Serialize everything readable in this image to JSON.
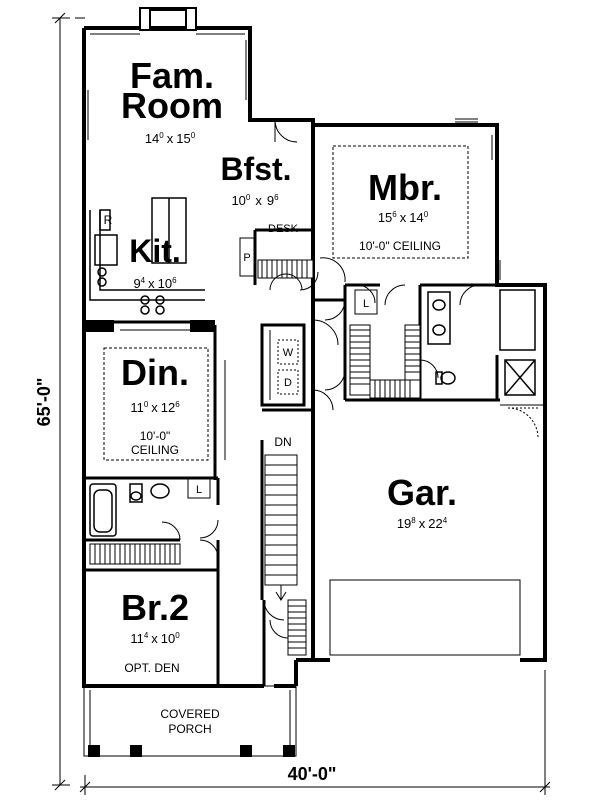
{
  "rooms": {
    "fam": {
      "line1": "Fam.",
      "line2": "Room",
      "w": "14",
      "w_in": "0",
      "l": "15",
      "l_in": "0"
    },
    "bfst": {
      "name": "Bfst.",
      "w": "10",
      "w_in": "0",
      "l": "9",
      "l_in": "6"
    },
    "mbr": {
      "name": "Mbr.",
      "w": "15",
      "w_in": "6",
      "l": "14",
      "l_in": "0",
      "note": "10'-0\" CEILING"
    },
    "kit": {
      "name": "Kit.",
      "w": "9",
      "w_in": "4",
      "l": "10",
      "l_in": "6"
    },
    "din": {
      "name": "Din.",
      "w": "11",
      "w_in": "0",
      "l": "12",
      "l_in": "6",
      "note1": "10'-0\"",
      "note2": "CEILING"
    },
    "gar": {
      "name": "Gar.",
      "w": "19",
      "w_in": "8",
      "l": "22",
      "l_in": "4"
    },
    "br2": {
      "name": "Br.2",
      "w": "11",
      "w_in": "4",
      "l": "10",
      "l_in": "0",
      "note": "OPT. DEN"
    },
    "porch": {
      "line1": "COVERED",
      "line2": "PORCH"
    }
  },
  "labels": {
    "desk": "DESK",
    "pantry": "P",
    "fridge": "R",
    "linen_top": "L",
    "linen_bottom": "L",
    "washer": "W",
    "dryer": "D",
    "stair_dn": "DN",
    "times": "x"
  },
  "dimensions": {
    "depth": "65'-0\"",
    "width": "40'-0\""
  }
}
